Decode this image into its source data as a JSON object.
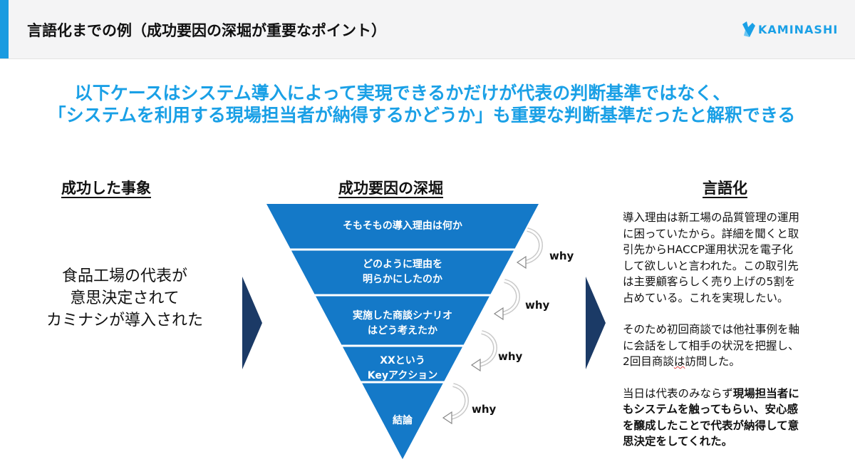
{
  "header": {
    "title": "言語化までの例（成功要因の深堀が重要なポイント）",
    "logo_text": "KAMINASHI"
  },
  "headline": {
    "line1": "以下ケースはシステム導入によって実現できるかだけが代表の判断基準ではなく、",
    "line2": "「システムを利用する現場担当者が納得するかどうか」も重要な判断基準だったと解釈できる"
  },
  "columns": {
    "left": {
      "heading": "成功した事象",
      "body": [
        "食品工場の代表が",
        "意思決定されて",
        "カミナシが導入された"
      ]
    },
    "center": {
      "heading": "成功要因の深堀",
      "steps": [
        {
          "lines": [
            "そもそもの導入理由は何か"
          ]
        },
        {
          "lines": [
            "どのように理由を",
            "明らかにしたのか"
          ]
        },
        {
          "lines": [
            "実施した商談シナリオ",
            "はどう考えたか"
          ]
        },
        {
          "lines": [
            "XXという",
            "Keyアクション"
          ]
        },
        {
          "lines": [
            "結論"
          ]
        }
      ],
      "why_label": "why"
    },
    "right": {
      "heading": "言語化",
      "p1": [
        "導入理由は新工場の品質管理の運用",
        "に困っていたから。詳細を聞くと取",
        "引先からHACCP運用状況を電子化",
        "して欲しいと言われた。この取引先",
        "は主要顧客らしく売り上げの5割を",
        "占めている。これを実現したい。"
      ],
      "p2": [
        "そのため初回商談では他社事例を軸",
        "に会話をして相手の状況を把握し、"
      ],
      "p2_last_pre": "2回目商談",
      "p2_last_squiggle": "は",
      "p2_last_post": "訪問した。",
      "p3_pre": "当日は代表のみならず",
      "p3_bold": [
        "現場担当者に",
        "もシステムを触ってもらい、安心感",
        "を醸成したことで代表が納得して意",
        "思決定をしてくれた。"
      ]
    }
  },
  "colors": {
    "accent": "#1aa0e6",
    "triangle": "#1479c8",
    "chevron": "#1b3a66"
  }
}
